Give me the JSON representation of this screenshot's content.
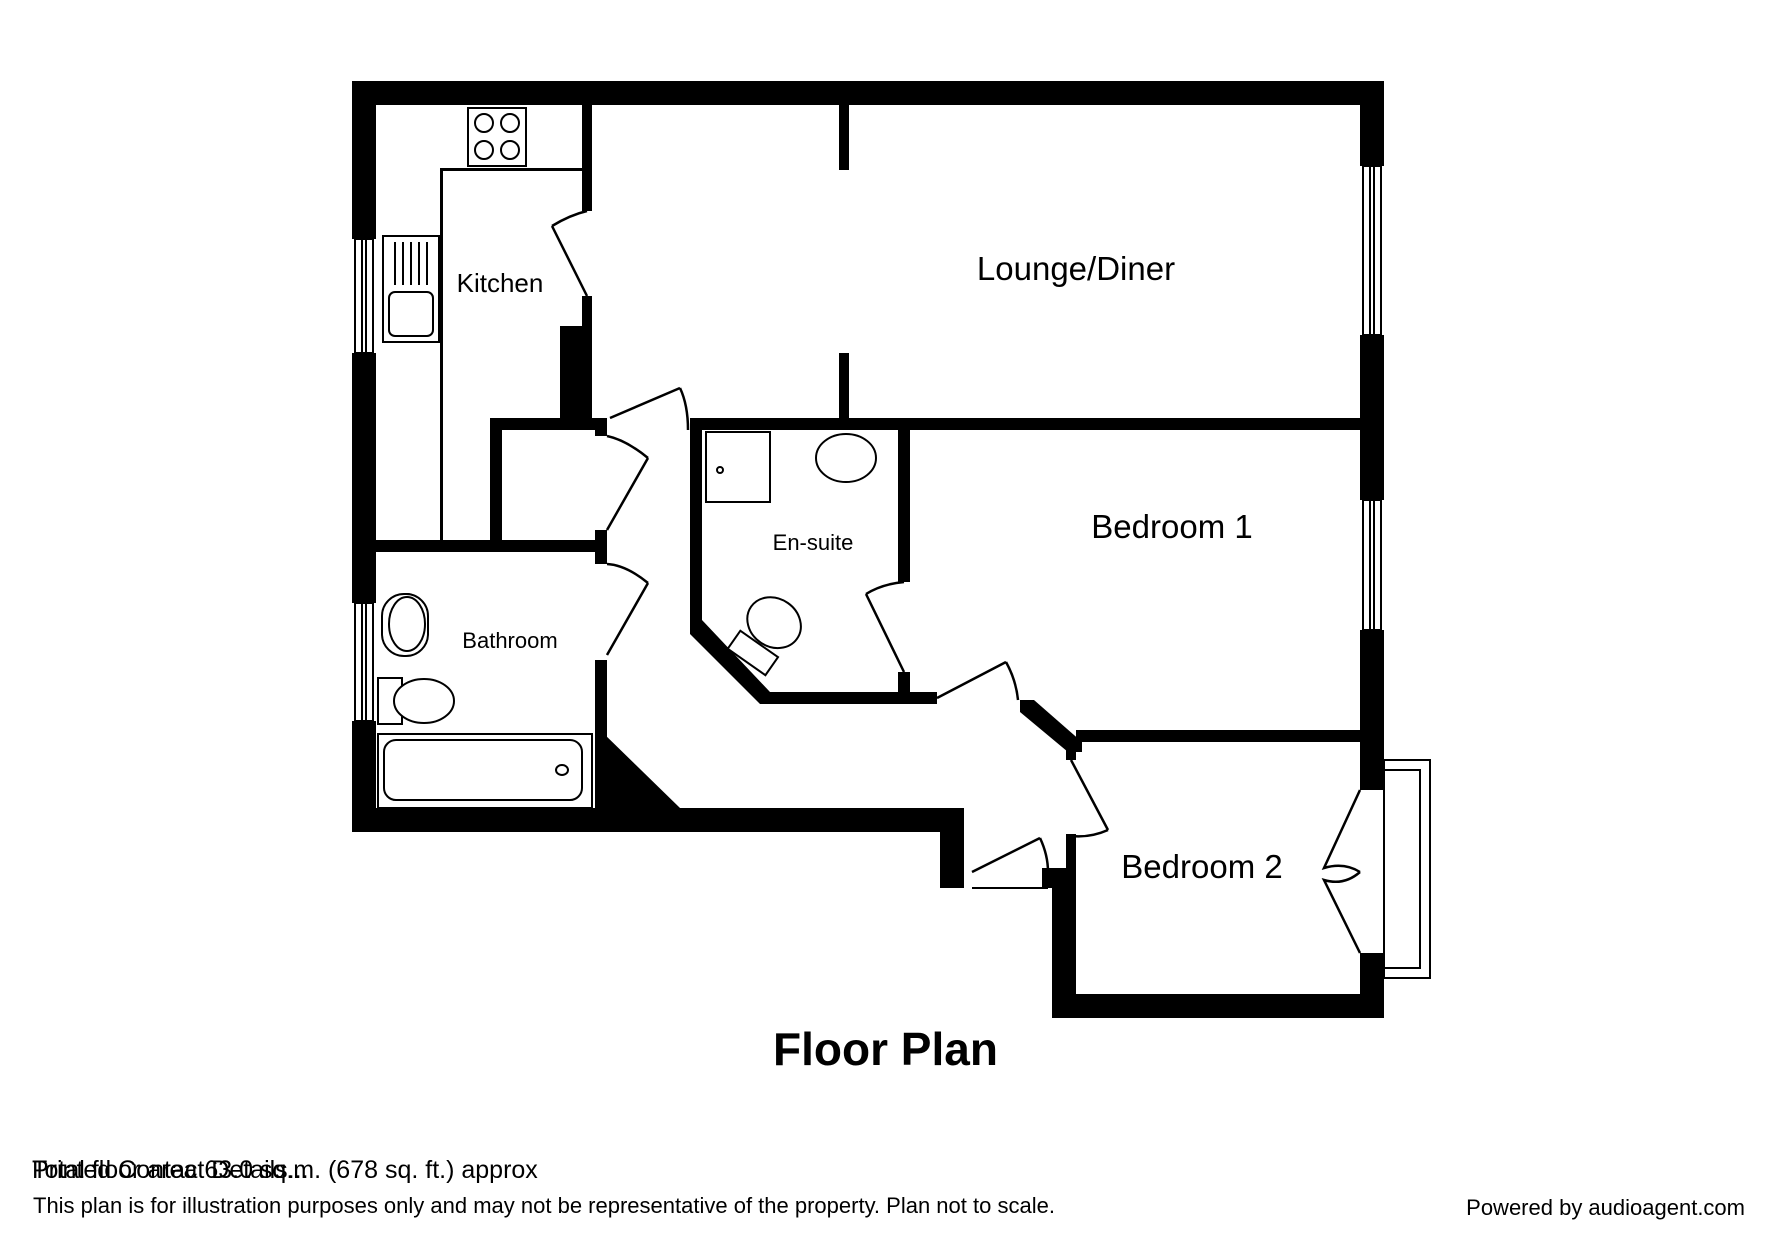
{
  "rooms": {
    "kitchen": "Kitchen",
    "lounge": "Lounge/Diner",
    "bedroom1": "Bedroom 1",
    "bedroom2": "Bedroom 2",
    "ensuite": "En-suite",
    "bathroom": "Bathroom"
  },
  "title": "Floor Plan",
  "footer": {
    "area": "Total floor area 63.0 sq.m. (678 sq. ft.) approx",
    "overlap": "Printed Contact Details...",
    "disclaimer": "This plan is for illustration purposes only and may not be representative of the property. Plan not to scale.",
    "powered": "Powered by audioagent.com"
  },
  "colors": {
    "wall": "#000000",
    "background": "#ffffff"
  }
}
